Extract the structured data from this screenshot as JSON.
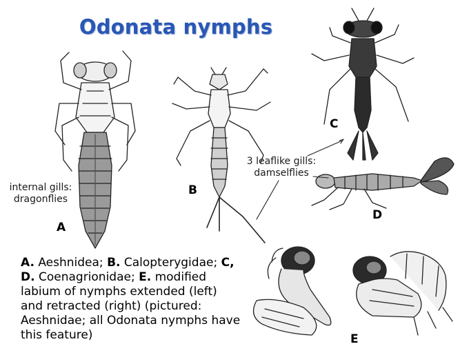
{
  "title": "Odonata nymphs",
  "labels": {
    "A": "A",
    "B": "B",
    "C": "C",
    "D": "D",
    "E": "E"
  },
  "annotations": {
    "internal_gills_1": "internal gills:",
    "internal_gills_2": "dragonflies",
    "leaflike_1": "3 leaflike gills:",
    "leaflike_2": "damselflies"
  },
  "caption": {
    "a_key": "A.",
    "a_text": " Aeshnidea; ",
    "b_key": "B.",
    "b_text": " Calopterygidae;",
    "cd_key": "C, D.",
    "cd_text": " Coenagrionidae; ",
    "e_key": "E.",
    "e_text": " modified labium of nymphs extended (left) and retracted (right) (pictured: Aeshnidae; all Odonata nymphs have this feature)"
  },
  "colors": {
    "title": "#2a57b5",
    "ink": "#1a1a1a"
  }
}
